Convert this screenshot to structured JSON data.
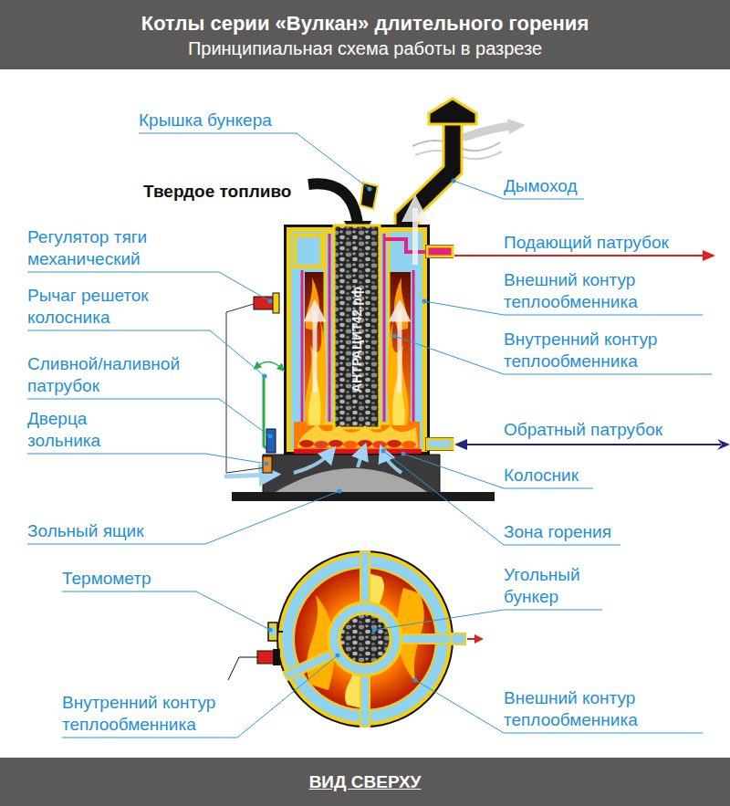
{
  "diagram": {
    "title": "Котлы серии «Вулкан» длительного горения",
    "caption": "ВИД СВЕРХУ",
    "labels": [
      "Принципиальная схема работы в разрезе",
      "Крышка бункера",
      "Твердое топливо",
      "Дымоход",
      "Регулятор тяги механический",
      "Подающий патрубок",
      "Рычаг решеток колосника",
      "Внешний контур теплообменника",
      "Внутренний контур теплообменника",
      "Сливной/наливной патрубок",
      "Дверца зольника",
      "Обратный патрубок",
      "Колосник",
      "Зольный ящик",
      "Зона горения",
      "Термометр",
      "Угольный бункер",
      "Внутренний контур теплообменника",
      "Внешний контур теплообменника",
      "АНТРАЦИТ42.рф"
    ]
  }
}
